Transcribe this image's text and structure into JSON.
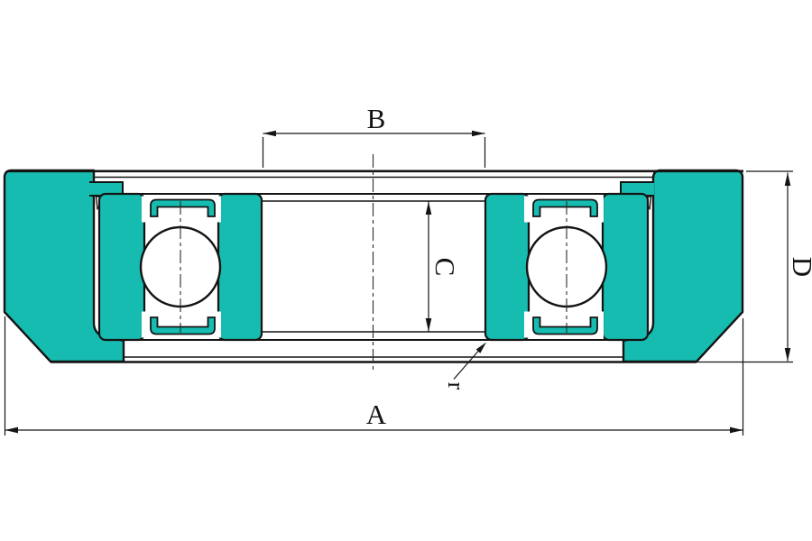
{
  "drawing": {
    "labels": {
      "overall_width": "A",
      "inner_width": "B",
      "bore_diameter": "C",
      "outer_height": "D",
      "fillet_radius": "r"
    },
    "colors": {
      "section_fill": "#16bcb0",
      "outline": "#141414",
      "dimension_line": "#141414",
      "centerline": "#2a2a2a",
      "background": "#ffffff"
    }
  }
}
